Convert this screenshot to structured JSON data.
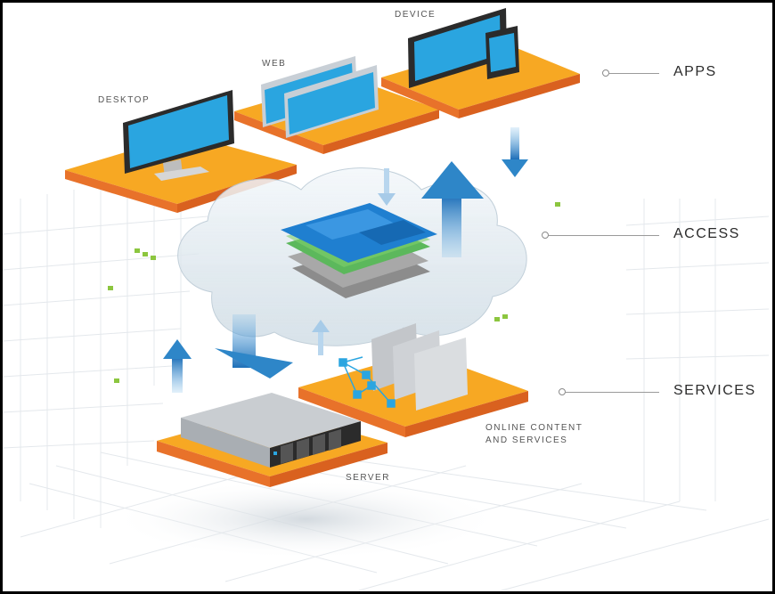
{
  "labels": {
    "device": "DEVICE",
    "web": "WEB",
    "desktop": "DESKTOP",
    "server": "SERVER",
    "online_line1": "ONLINE CONTENT",
    "online_line2": "AND SERVICES"
  },
  "tiers": {
    "apps": "APPS",
    "access": "ACCESS",
    "services": "SERVICES"
  },
  "colors": {
    "platform_top": "#f7a823",
    "platform_side": "#e8722a",
    "screen": "#2aa5e0",
    "arrow": "#2e86c8",
    "accent_green": "#8cc63f",
    "map_blue": "#1f7fd0",
    "map_green": "#5cb85c",
    "map_gray": "#8c8c8c"
  }
}
